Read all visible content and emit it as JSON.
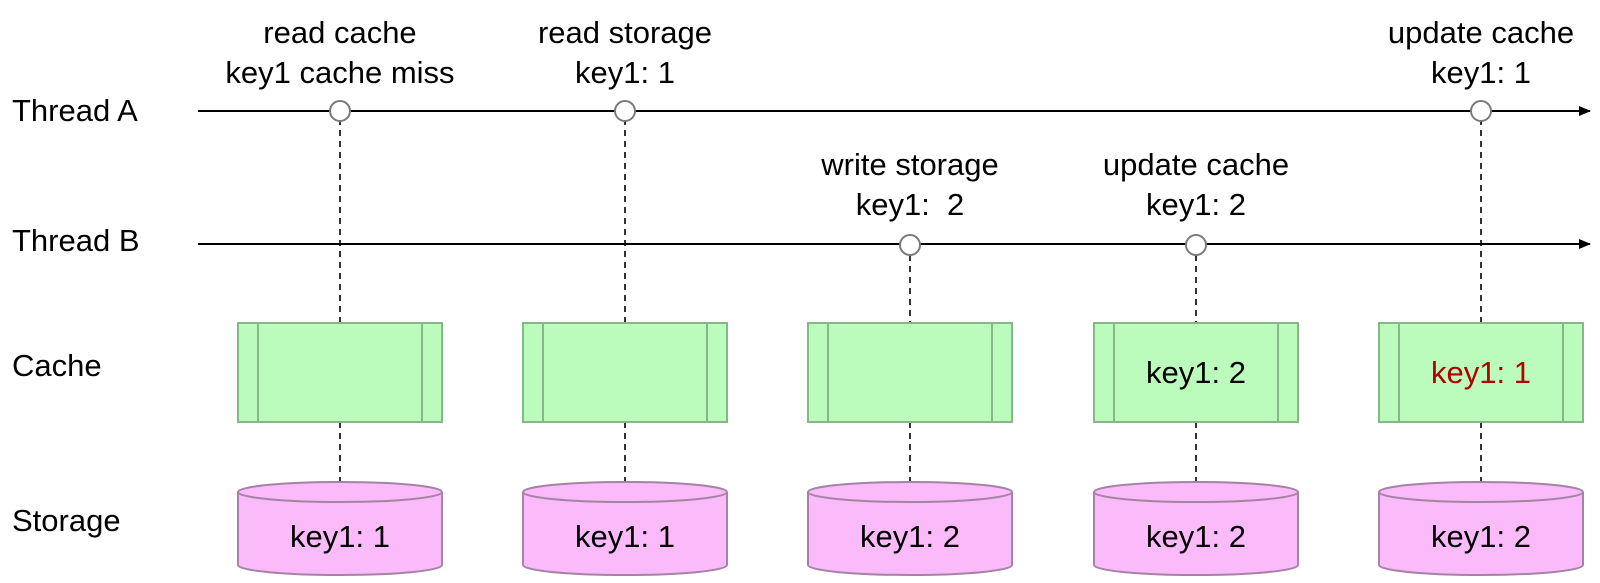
{
  "lanes": {
    "thread_a": "Thread A",
    "thread_b": "Thread B",
    "cache": "Cache",
    "storage": "Storage"
  },
  "events_a": [
    {
      "line1": "read cache",
      "line2": "key1 cache miss"
    },
    {
      "line1": "read storage",
      "line2": "key1: 1"
    },
    {
      "line1": "update cache",
      "line2": "key1: 1"
    }
  ],
  "events_b": [
    {
      "line1": "write storage",
      "line2": "key1:  2"
    },
    {
      "line1": "update cache",
      "line2": "key1: 2"
    }
  ],
  "columns": [
    {
      "cache": "",
      "storage": "key1: 1"
    },
    {
      "cache": "",
      "storage": "key1: 1"
    },
    {
      "cache": "",
      "storage": "key1: 2"
    },
    {
      "cache": "key1: 2",
      "storage": "key1: 2"
    },
    {
      "cache": "key1: 1",
      "storage": "key1: 2"
    }
  ],
  "colors": {
    "cache_fill": "#bbfbbb",
    "storage_fill": "#fbbbfb",
    "stale_value": "#b00000"
  }
}
